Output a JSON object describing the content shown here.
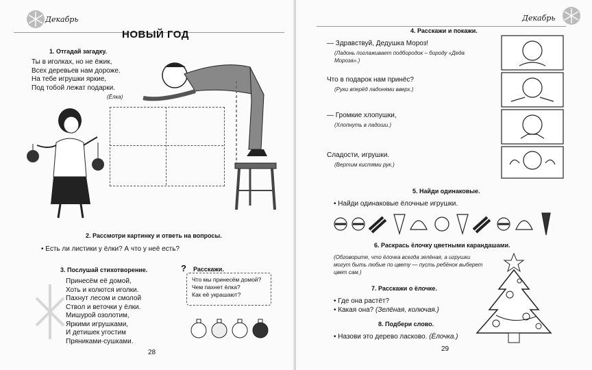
{
  "left": {
    "month": "Декабрь",
    "title": "НОВЫЙ ГОД",
    "task1": {
      "heading": "1. Отгадай загадку.",
      "lines": [
        "Ты в иголках, но не ёжик,",
        "Всех деревьев нам дороже.",
        "На тебе игрушки яркие,",
        "Под тобой лежат подарки."
      ],
      "answer": "(Ёлка)"
    },
    "task2": {
      "heading": "2. Рассмотри картинку и ответь на вопросы.",
      "question": "Есть ли листики у ёлки? А что у неё есть?"
    },
    "task3": {
      "heading": "3. Послушай стихотворение.",
      "lines": [
        "Принесём её домой,",
        "Хоть и колются иголки.",
        "Пахнут лесом и смолой",
        "Ствол и веточки у ёлки.",
        "Мишурой озолотим,",
        "Яркими игрушками,",
        "И детишек угостим",
        "Пряниками-сушками."
      ]
    },
    "tell": {
      "heading": "Расскажи.",
      "lines": [
        "Что мы принесём домой?",
        "Чем пахнет ёлка?",
        "Как её украшают?"
      ]
    },
    "page_number": "28"
  },
  "right": {
    "month": "Декабрь",
    "task4": {
      "heading": "4. Расскажи и покажи.",
      "items": [
        {
          "text": "— Здравствуй, Дедушка Мороз!",
          "note": [
            "(Ладонь поглаживает подбородок – бороду «Деда",
            "Мороза».)"
          ]
        },
        {
          "text": "Что в подарок нам принёс?",
          "note": [
            "(Руки вперёд ладонями вверх.)"
          ]
        },
        {
          "text": "— Громкие хлопушки,",
          "note": [
            "(Хлопнуть в ладоши.)"
          ]
        },
        {
          "text": "Сладости, игрушки.",
          "note": [
            "(Вертим кистями рук.)"
          ]
        }
      ]
    },
    "task5": {
      "heading": "5. Найди одинаковые.",
      "question": "Найди одинаковые ёлочные игрушки."
    },
    "task6": {
      "heading": "6. Раскрась ёлочку цветными карандашами.",
      "note": [
        "(Обговорите, что ёлочка всегда зелёная, а игрушки",
        "могут быть любые по цвету — пусть ребёнок выберет",
        "цвет сам.)"
      ]
    },
    "task7": {
      "heading": "7. Расскажи о ёлочке.",
      "q1": "Где она растёт?",
      "q2": "Какая она?",
      "a2": "(Зелёная, колючая.)"
    },
    "task8": {
      "heading": "8. Подбери слово.",
      "question": "Назови это дерево ласково.",
      "answer": "(Ёлочка.)"
    },
    "page_number": "29"
  },
  "colors": {
    "ink": "#111111",
    "paper": "#fbfbfb",
    "figure": "#6a6a6a"
  }
}
